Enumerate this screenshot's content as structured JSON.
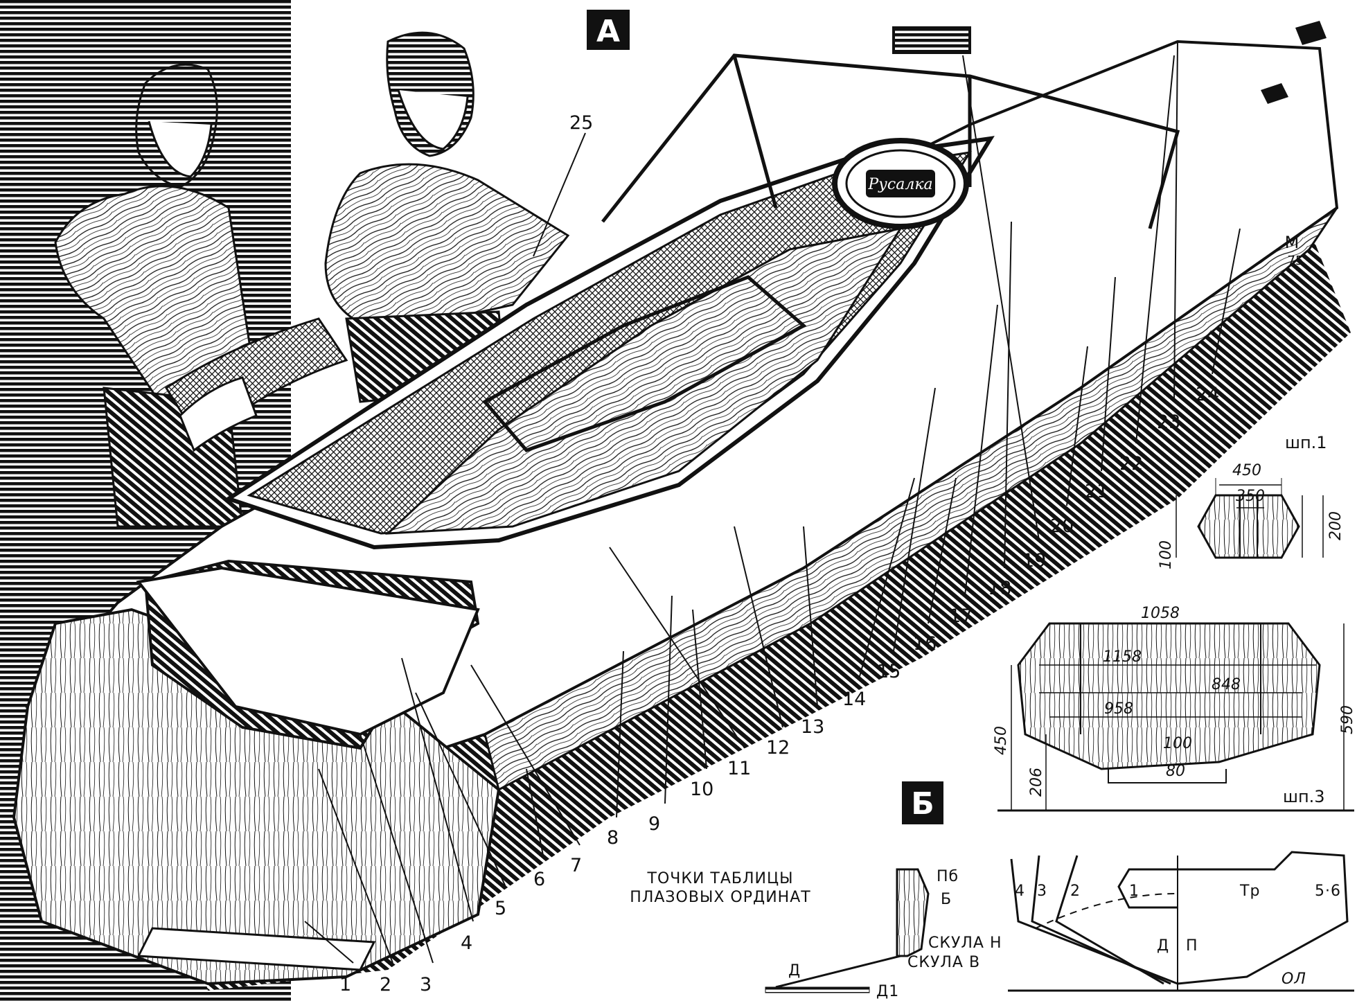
{
  "views": {
    "a_label": "А",
    "b_label": "Б"
  },
  "name_plate": "Русалка",
  "monogram": "М",
  "monogram_year": "75",
  "callouts": [
    "1",
    "2",
    "3",
    "4",
    "5",
    "6",
    "7",
    "8",
    "9",
    "10",
    "11",
    "12",
    "13",
    "14",
    "15",
    "16",
    "17",
    "18",
    "19",
    "20",
    "21",
    "22",
    "23",
    "24",
    "25"
  ],
  "frame1": {
    "title": "шп.1",
    "dims": [
      "450",
      "350",
      "100",
      "200"
    ]
  },
  "frame3": {
    "title": "шп.3",
    "dims": [
      "1058",
      "1158",
      "848",
      "958",
      "100",
      "80",
      "450",
      "206",
      "590"
    ]
  },
  "detail_b": {
    "caption_line1": "ТОЧКИ ТАБЛИЦЫ",
    "caption_line2": "ПЛАЗОВЫХ ОРДИНАТ",
    "points": [
      "Пб",
      "Б",
      "СКУЛА Н",
      "СКУЛА В",
      "Д",
      "Д1"
    ]
  },
  "body_plan": {
    "stations": [
      "4",
      "3",
      "2",
      "1",
      "Тр",
      "5·6"
    ],
    "dp_left": "Д",
    "dp_right": "П",
    "baseline": "ОЛ"
  },
  "colors": {
    "ink": "#111111",
    "paper": "#ffffff"
  }
}
